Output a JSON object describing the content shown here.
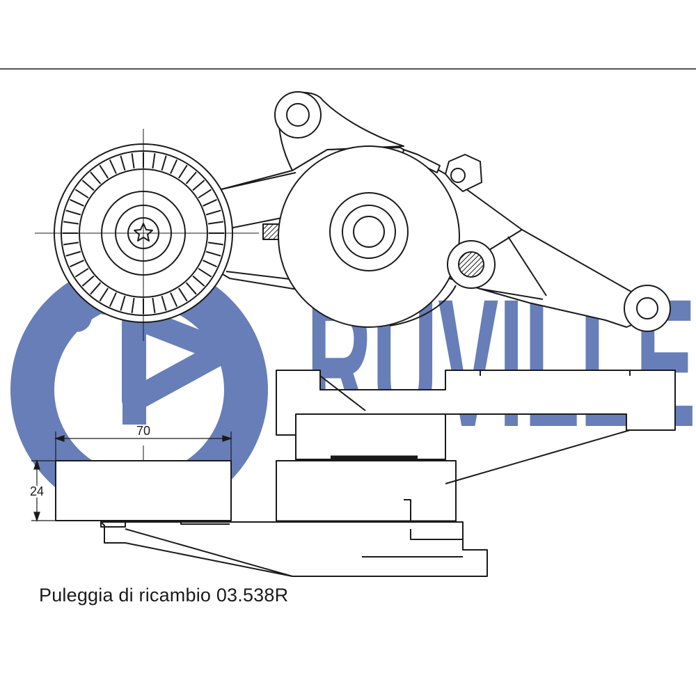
{
  "brand": {
    "name": "RUVILLE",
    "watermark_color": "#3d5aa5"
  },
  "dimensions": {
    "width_label": "70",
    "height_label": "24"
  },
  "caption": "Puleggia di ricambio 03.538R",
  "colors": {
    "line": "#1a1a1a",
    "background": "#ffffff"
  }
}
